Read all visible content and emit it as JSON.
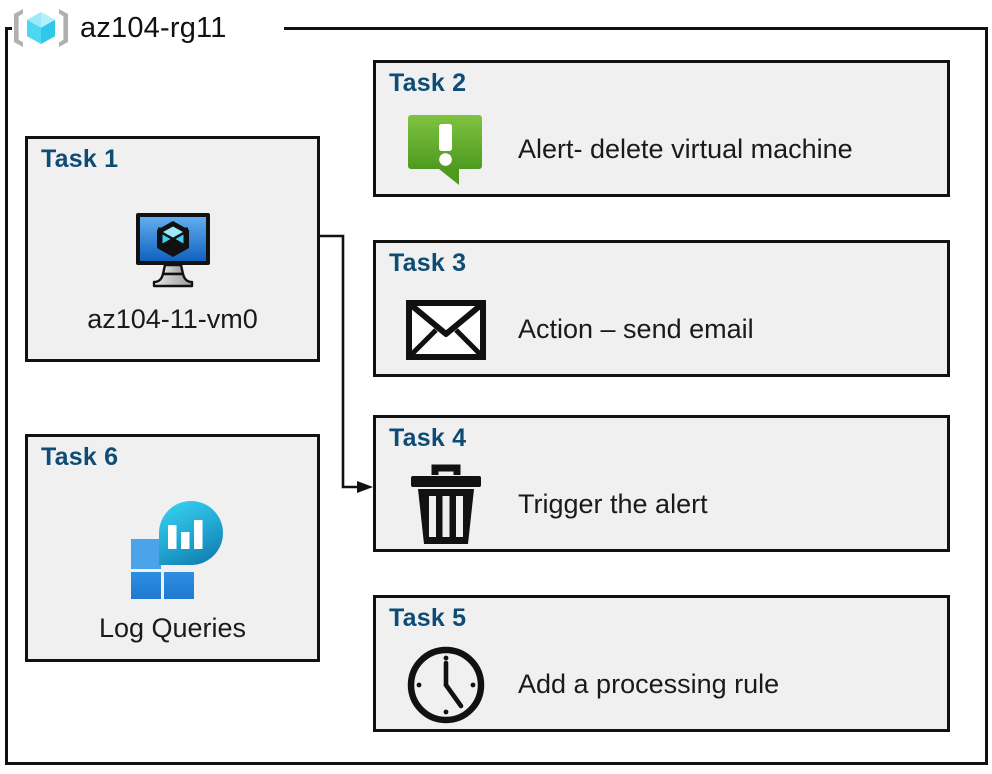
{
  "resource_group": {
    "name": "az104-rg11",
    "icon": "azure-resource-group-icon"
  },
  "colors": {
    "task_title": "#0e4c76",
    "card_fill": "#f0f0f0",
    "card_border": "#111111",
    "frame_border": "#111111",
    "alert_green_top": "#7ac143",
    "alert_green_bottom": "#4f9a22",
    "vm_blue_top": "#5aa7ec",
    "vm_blue_bottom": "#1268c3",
    "log_square_light": "#4ba3ea",
    "log_square_dark": "#2380d8",
    "log_bubble_top": "#32c8e8",
    "log_bubble_bottom": "#1487b8",
    "rg_cube_light": "#9fe8f7",
    "rg_cube_dark": "#33cdea",
    "rg_bracket": "#b3b3b3"
  },
  "cards": [
    {
      "id": "task1",
      "title": "Task 1",
      "label": "az104-11-vm0",
      "icon": "virtual-machine-icon",
      "column": "left"
    },
    {
      "id": "task6",
      "title": "Task 6",
      "label": "Log Queries",
      "icon": "log-analytics-icon",
      "column": "left"
    },
    {
      "id": "task2",
      "title": "Task 2",
      "label": "Alert- delete virtual machine",
      "icon": "alert-exclamation-icon",
      "column": "right"
    },
    {
      "id": "task3",
      "title": "Task 3",
      "label": "Action – send email",
      "icon": "envelope-icon",
      "column": "right"
    },
    {
      "id": "task4",
      "title": "Task 4",
      "label": "Trigger the alert",
      "icon": "trash-can-icon",
      "column": "right"
    },
    {
      "id": "task5",
      "title": "Task 5",
      "label": "Add a processing rule",
      "icon": "clock-icon",
      "column": "right"
    }
  ],
  "connectors": [
    {
      "id": "vm-to-task4",
      "from": "task1-vm-icon",
      "to": "task4-card",
      "style": "orthogonal-arrow"
    }
  ]
}
